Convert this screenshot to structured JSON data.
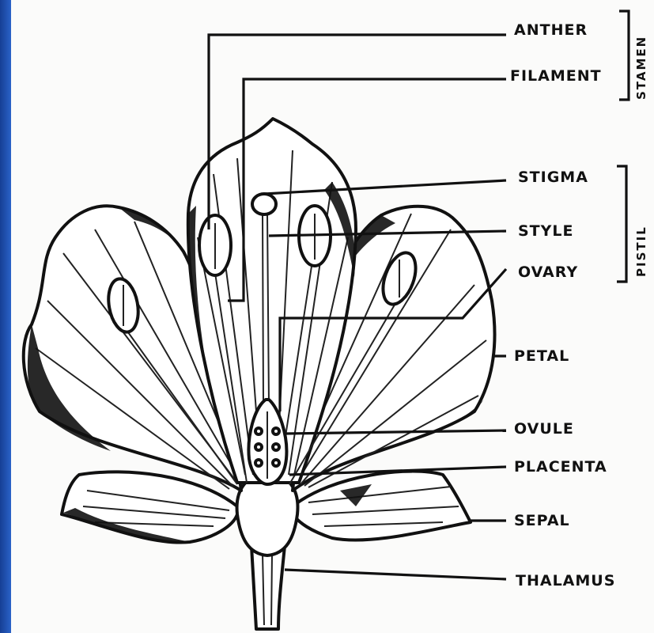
{
  "labels": {
    "anther": "ANTHER",
    "filament": "FILAMENT",
    "stigma": "STIGMA",
    "style": "STYLE",
    "ovary": "OVARY",
    "petal": "PETAL",
    "ovule": "OVULE",
    "placenta": "PLACENTA",
    "sepal": "SEPAL",
    "thalamus": "THALAMUS"
  },
  "groups": {
    "stamen": "STAMEN",
    "pistil": "PISTIL"
  },
  "colors": {
    "slide_background": "#1d4fae",
    "paper": "#fbfbfa",
    "ink": "#111111"
  }
}
